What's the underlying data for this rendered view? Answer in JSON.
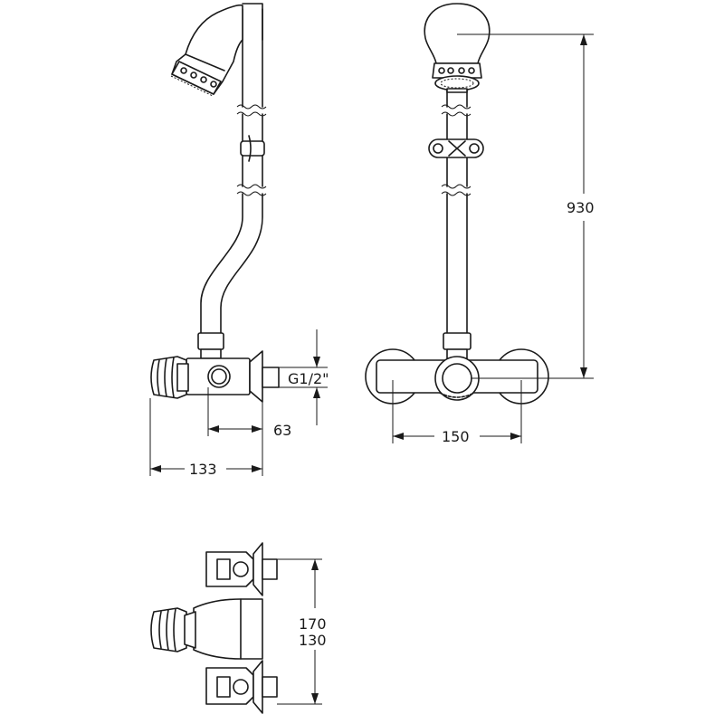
{
  "dimensions": {
    "height_total": "930",
    "thread": "G1/2\"",
    "depth_outlet": "63",
    "depth_total": "133",
    "center_distance": "150",
    "width_outer": "170",
    "width_inner": "130"
  },
  "colors": {
    "line": "#1a1a1a",
    "background": "#ffffff"
  }
}
